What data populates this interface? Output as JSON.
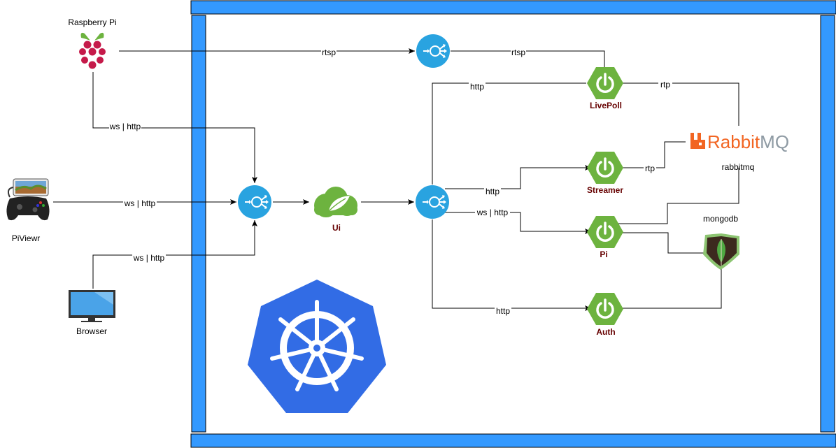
{
  "clients": {
    "raspberry": "Raspberry Pi",
    "piviewr": "PiViewr",
    "browser": "Browser"
  },
  "edges": {
    "rtsp_in": "rtsp",
    "rtsp_out": "rtsp",
    "ws_rpi": "ws | http",
    "ws_piviewr": "ws | http",
    "ws_browser": "ws | http",
    "http_livepoll": "http",
    "http_streamer": "http",
    "ws_pi": "ws | http",
    "http_auth": "http",
    "rtp_livepoll": "rtp",
    "rtp_streamer": "rtp"
  },
  "services": {
    "ui": "Ui",
    "livepoll": "LivePoll",
    "streamer": "Streamer",
    "pi": "Pi",
    "auth": "Auth"
  },
  "infra": {
    "rabbit_logo": "RabbitMQ",
    "rabbit_label": "rabbitmq",
    "mongo_label": "mongodb"
  },
  "colors": {
    "frame": "#3399ff",
    "frame_border": "#000000",
    "lb": "#29a3e0",
    "spring": "#6db33f",
    "service_label": "#660000",
    "k8s": "#326ce5",
    "rabbit": "#f26522",
    "rabbit_mq": "#8e9aa3",
    "mongo": "#4fa942"
  }
}
